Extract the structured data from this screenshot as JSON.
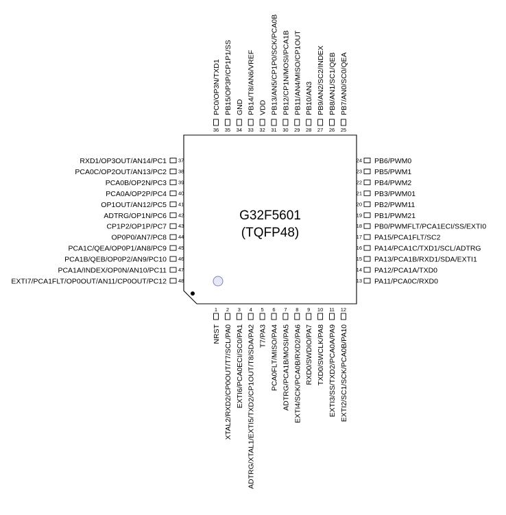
{
  "chip": {
    "name": "G32F5601",
    "package": "(TQFP48)"
  },
  "pins": {
    "bottom": [
      {
        "num": "1",
        "label": "NRST"
      },
      {
        "num": "2",
        "label": "XTAL2/RXD2/CP0OUT/T7/SCL/PA0"
      },
      {
        "num": "3",
        "label": "EXTI6/PCA0ECI/SC0/PA1"
      },
      {
        "num": "4",
        "label": "ADTRG/XTAL1/EXTI5/TXD2/CP1OUT/T8/SDA/PA2"
      },
      {
        "num": "5",
        "label": "T7/PA3"
      },
      {
        "num": "6",
        "label": "PCA0FLT/MISO/PA4"
      },
      {
        "num": "7",
        "label": "ADTRG/PCA1B/MOSI/PA5"
      },
      {
        "num": "8",
        "label": "EXTI4/SCK/PCA0B/RXD2/PA6"
      },
      {
        "num": "9",
        "label": "RXD0/SWDIO/PA7"
      },
      {
        "num": "10",
        "label": "TXD0/SWCLK/PA8"
      },
      {
        "num": "11",
        "label": "EXTI3/SS/TXD2/PCA0A/PA9"
      },
      {
        "num": "12",
        "label": "EXTI2/SC1/SCK/PCA0B/PA10"
      }
    ],
    "right": [
      {
        "num": "13",
        "label": "PA11/PCA0C/RXD0"
      },
      {
        "num": "14",
        "label": "PA12/PCA1A/TXD0"
      },
      {
        "num": "15",
        "label": "PA13/PCA1B/RXD1/SDA/EXTI1"
      },
      {
        "num": "16",
        "label": "PA14/PCA1C/TXD1/SCL/ADTRG"
      },
      {
        "num": "17",
        "label": "PA15/PCA1FLT/SC2"
      },
      {
        "num": "18",
        "label": "PB0/PWMFLT/PCA1ECI/SS/EXTI0"
      },
      {
        "num": "19",
        "label": "PB1/PWM21"
      },
      {
        "num": "20",
        "label": "PB2/PWM11"
      },
      {
        "num": "21",
        "label": "PB3/PWM01"
      },
      {
        "num": "22",
        "label": "PB4/PWM2"
      },
      {
        "num": "23",
        "label": "PB5/PWM1"
      },
      {
        "num": "24",
        "label": "PB6/PWM0"
      }
    ],
    "top": [
      {
        "num": "25",
        "label": "PB7/AN0/SC0/QEA"
      },
      {
        "num": "26",
        "label": "PB8/AN1/SC1/QEB"
      },
      {
        "num": "27",
        "label": "PB9/AN2/SC2/INDEX"
      },
      {
        "num": "28",
        "label": "PB10/AN3"
      },
      {
        "num": "29",
        "label": "PB11/AN4/MISO/CP1OUT"
      },
      {
        "num": "30",
        "label": "PB12/CP1N/MOSI/PCA1B"
      },
      {
        "num": "31",
        "label": "PB13/AN5/CP1P0/SCK/PCA0B"
      },
      {
        "num": "32",
        "label": "VDD"
      },
      {
        "num": "33",
        "label": "PB14/T8/AN6/VREF"
      },
      {
        "num": "34",
        "label": "GND"
      },
      {
        "num": "35",
        "label": "PB15/OP3P/CP1P1/SS"
      },
      {
        "num": "36",
        "label": "PC0/OP3N/TXD1"
      }
    ],
    "left": [
      {
        "num": "37",
        "label": "RXD1/OP3OUT/AN14/PC1"
      },
      {
        "num": "38",
        "label": "PCA0C/OP2OUT/AN13/PC2"
      },
      {
        "num": "39",
        "label": "PCA0B/OP2N/PC3"
      },
      {
        "num": "40",
        "label": "PCA0A/OP2P/PC4"
      },
      {
        "num": "41",
        "label": "OP1OUT/AN12/PC5"
      },
      {
        "num": "42",
        "label": "ADTRG/OP1N/PC6"
      },
      {
        "num": "43",
        "label": "CP1P2/OP1P/PC7"
      },
      {
        "num": "44",
        "label": "OP0P0/AN7/PC8"
      },
      {
        "num": "45",
        "label": "PCA1C/QEA/OP0P1/AN8/PC9"
      },
      {
        "num": "46",
        "label": "PCA1B/QEB/OP0P2/AN9/PC10"
      },
      {
        "num": "47",
        "label": "PCA1A/INDEX/OP0N/AN10/PC11"
      },
      {
        "num": "48",
        "label": "EXTI7/PCA1FLT/OP0OUT/AN11/CP0OUT/PC12"
      }
    ]
  }
}
